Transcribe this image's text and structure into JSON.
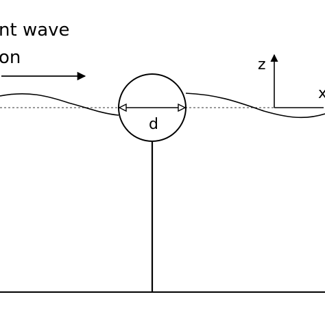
{
  "labels": {
    "wave_direction_line1": "nt wave",
    "wave_direction_line2": "on",
    "diameter": "d",
    "axis_z": "z",
    "axis_x": "x"
  }
}
